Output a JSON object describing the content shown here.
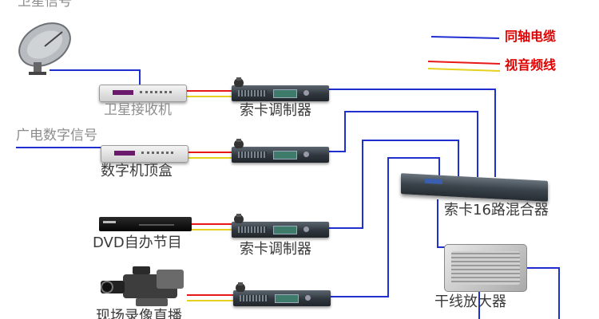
{
  "labels": {
    "satellite_signal": "卫星信号",
    "satellite_receiver": "卫星接收机",
    "broadcast_digital_signal": "广电数字信号",
    "digital_settop_box": "数字机顶盒",
    "dvd_program": "DVD自办节目",
    "live_recording": "现场录像直播",
    "modulator_1": "索卡调制器",
    "modulator_3": "索卡调制器",
    "mixer_16": "索卡16路混合器",
    "trunk_amplifier": "干线放大器"
  },
  "legend": {
    "coax": "同轴电缆",
    "av_cable": "视音频线"
  },
  "colors": {
    "coax": "#1f2fd0",
    "video": "#e81818",
    "audio": "#e6d21e",
    "legend_text": "#e00000",
    "label_gray": "#8c8c8c"
  }
}
